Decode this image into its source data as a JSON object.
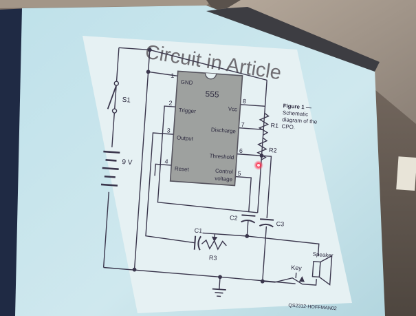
{
  "slide": {
    "title": "Circuit in Article",
    "figure_caption": [
      "Figure 1 —",
      "Schematic",
      "diagram of the",
      "CPO."
    ],
    "credit": "QS2312-HOFFMAN02"
  },
  "chip": {
    "name": "555",
    "pins_left": [
      {
        "num": "1",
        "label": "GND"
      },
      {
        "num": "2",
        "label": "Trigger"
      },
      {
        "num": "3",
        "label": "Output"
      },
      {
        "num": "4",
        "label": "Reset"
      }
    ],
    "pins_right": [
      {
        "num": "8",
        "label": "Vcc"
      },
      {
        "num": "7",
        "label": "Discharge"
      },
      {
        "num": "6",
        "label": "Threshold"
      },
      {
        "num": "5",
        "label": "Control",
        "label2": "voltage"
      }
    ]
  },
  "components": {
    "switch": "S1",
    "battery": "9 V",
    "r1": "R1",
    "r2": "R2",
    "c1": "C1",
    "c2": "C2",
    "c3": "C3",
    "r3": "R3",
    "key": "Key",
    "speaker": "Speaker"
  },
  "colors": {
    "screen": "#c9e4ea",
    "slide": "#e6f1f3",
    "chip": "#9ea19f",
    "ink": "#2d2a3f",
    "laser": "#ff2a4a"
  }
}
